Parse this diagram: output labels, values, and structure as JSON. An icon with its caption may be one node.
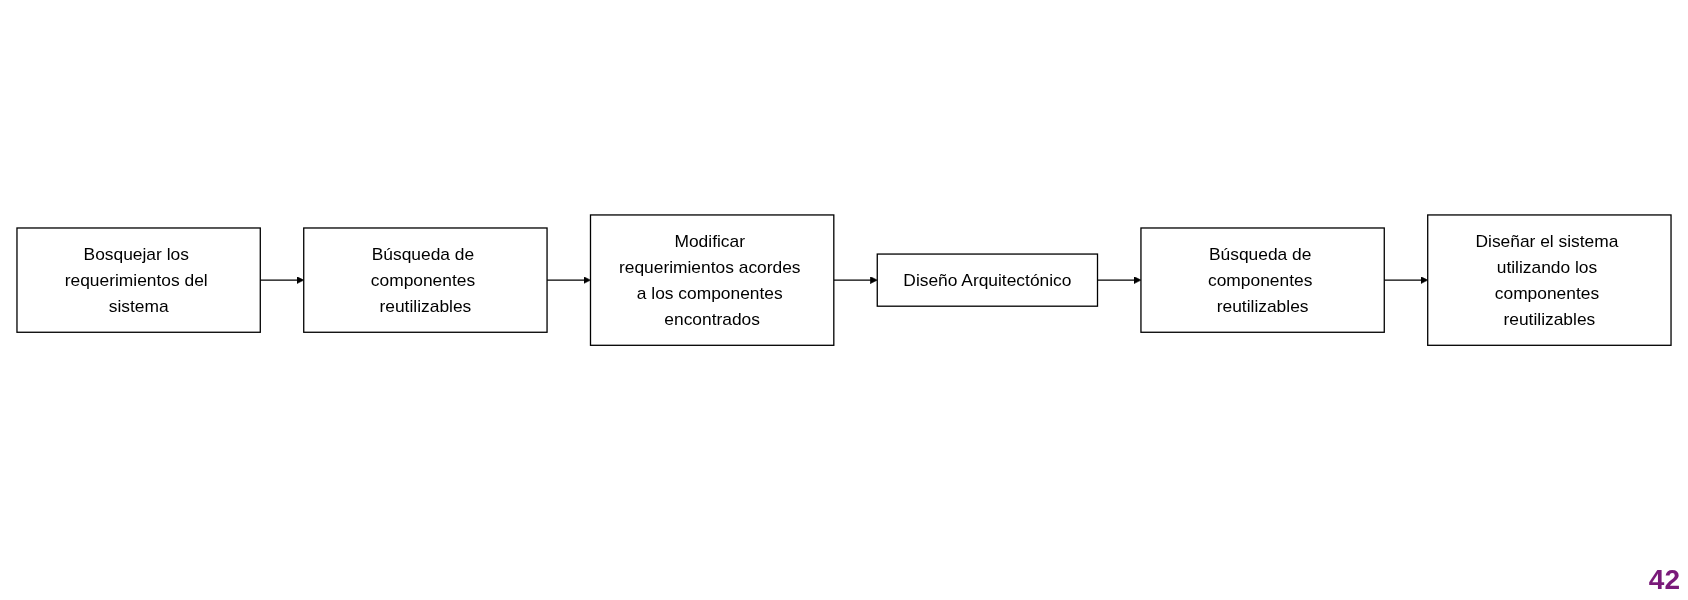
{
  "diagram": {
    "nodes": [
      {
        "text": [
          "Bosquejar los requerimientos del sistema"
        ]
      },
      {
        "text": [
          "Búsqueda de componentes reutilizables"
        ]
      },
      {
        "text": [
          "Modificar requerimientos acordes a los componentes encontrados"
        ]
      },
      {
        "text": [
          "Diseño Arquitectónico"
        ]
      },
      {
        "text": [
          "Búsqueda de componentes reutilizables"
        ]
      },
      {
        "text": [
          "Diseñar el sistema utilizando los componentes reutilizables"
        ]
      }
    ],
    "edges": [
      {
        "from": 0,
        "to": 1,
        "arrow": "to"
      },
      {
        "from": 1,
        "to": 2,
        "arrow": "to"
      },
      {
        "from": 2,
        "to": 3,
        "arrow": "to"
      },
      {
        "from": 3,
        "to": 4,
        "arrow": "to"
      },
      {
        "from": 4,
        "to": 5,
        "arrow": "to"
      }
    ],
    "labels": [
      "42"
    ]
  }
}
